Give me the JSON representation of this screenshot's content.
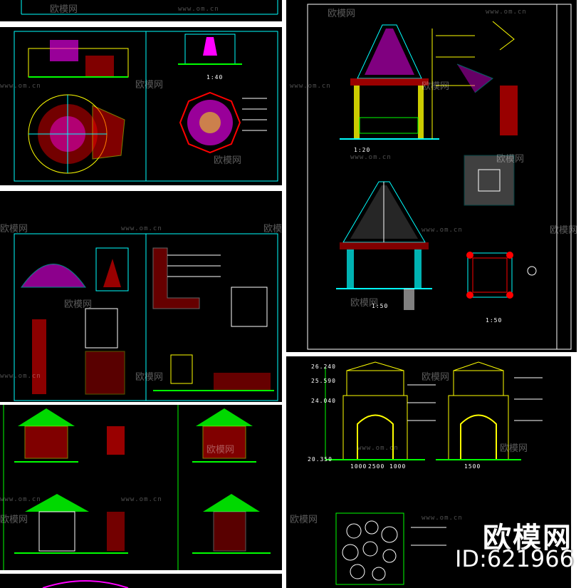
{
  "watermark": {
    "text": "欧模网",
    "url": "www.om.cn"
  },
  "brand": {
    "name": "欧模网",
    "id": "ID:621966"
  },
  "labels": {
    "scale_20": "1:20",
    "scale_50": "1:50",
    "scale_40": "1:40",
    "elev_top": "26.240",
    "elev_mid1": "25.590",
    "elev_mid2": "24.040",
    "elev_base": "20.350",
    "dim_1": "1000",
    "dim_2": "2500",
    "dim_3": "1500"
  },
  "colors": {
    "cad_bg": "#000000",
    "cyan": "#00ffff",
    "yellow": "#ffff00",
    "green": "#00ff00",
    "red": "#ff0000",
    "magenta": "#ff00ff",
    "white": "#ffffff"
  }
}
